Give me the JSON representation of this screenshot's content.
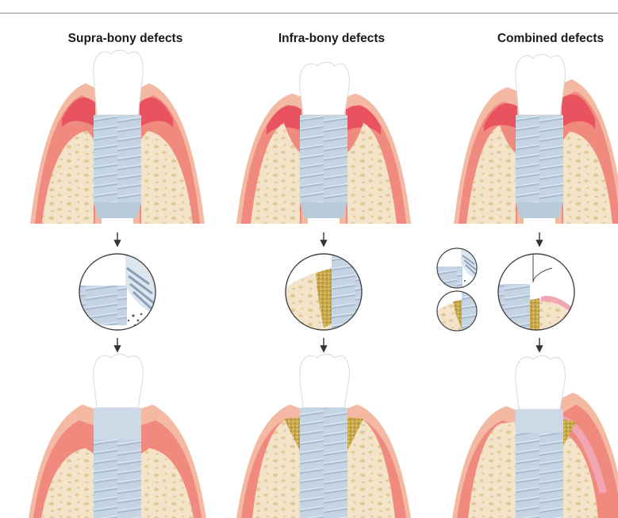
{
  "columns": [
    {
      "title": "Supra-bony defects"
    },
    {
      "title": "Infra-bony defects"
    },
    {
      "title": "Combined defects"
    }
  ],
  "colors": {
    "gum_outer": "#f3b9a3",
    "gum_inner": "#e8535f",
    "gum_mid": "#f08a7e",
    "bone": "#f2e3c9",
    "bone_pore": "#e6cf9f",
    "implant": "#c5d4e2",
    "implant_dark": "#9fb3c8",
    "graft": "#c9a84a",
    "membrane": "#f2a6b4",
    "crown": "#ffffff",
    "arrow": "#333333"
  }
}
